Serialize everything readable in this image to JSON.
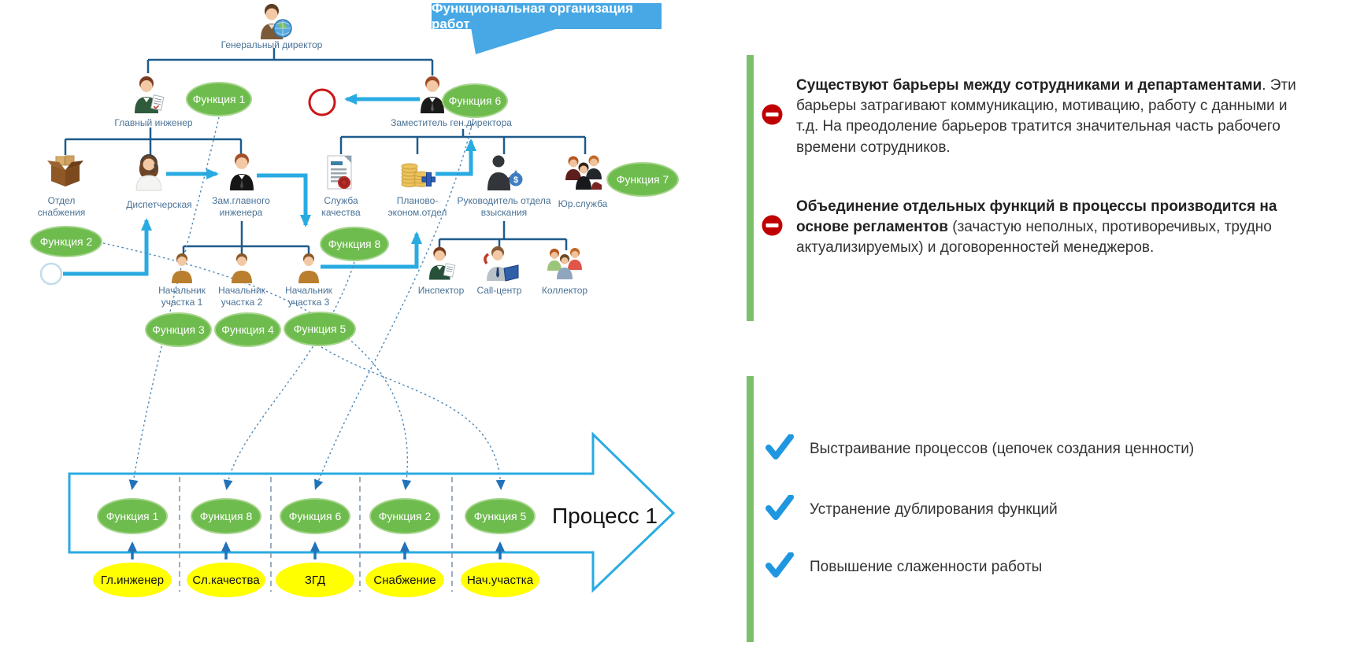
{
  "callout": {
    "title": "Функциональная организация работ"
  },
  "org": {
    "nodes": {
      "gendir": {
        "label": "Генеральный директор"
      },
      "chief_eng": {
        "label": "Главный инженер"
      },
      "deputy": {
        "label": "Заместитель ген.директора"
      },
      "supply": {
        "label": "Отдел снабжения"
      },
      "dispatch": {
        "label": "Диспетчерская"
      },
      "dep_chief": {
        "label": "Зам.главного инженера"
      },
      "quality": {
        "label": "Служба качества"
      },
      "planning": {
        "label": "Планово-эконом.отдел"
      },
      "recovery": {
        "label": "Руководитель отдела взыскания"
      },
      "legal": {
        "label": "Юр.служба"
      },
      "site1": {
        "label": "Начальник участка 1"
      },
      "site2": {
        "label": "Начальник участка 2"
      },
      "site3": {
        "label": "Начальник участка 3"
      },
      "inspector": {
        "label": "Инспектор"
      },
      "callcenter": {
        "label": "Call-центр"
      },
      "collector": {
        "label": "Коллектор"
      }
    },
    "functions": {
      "f1": "Функция 1",
      "f2": "Функция 2",
      "f3": "Функция 3",
      "f4": "Функция 4",
      "f5": "Функция 5",
      "f6": "Функция 6",
      "f7": "Функция 7",
      "f8": "Функция 8"
    }
  },
  "process": {
    "title": "Процесс 1",
    "steps": [
      {
        "function": "Функция 1",
        "owner": "Гл.инженер"
      },
      {
        "function": "Функция 8",
        "owner": "Сл.качества"
      },
      {
        "function": "Функция 6",
        "owner": "ЗГД"
      },
      {
        "function": "Функция 2",
        "owner": "Снабжение"
      },
      {
        "function": "Функция 5",
        "owner": "Нач.участка"
      }
    ]
  },
  "right_panel": {
    "problems": [
      {
        "bold": "Существуют барьеры между сотрудниками и департаментами",
        "rest": ". Эти барьеры затрагивают коммуникацию, мотивацию, работу с данными и т.д. На преодоление барьеров тратится значительная часть рабочего времени сотрудников."
      },
      {
        "bold": "Объединение отдельных функций в процессы производится на основе регламентов",
        "rest": " (зачастую неполных, противоречивых, трудно актуализируемых) и договоренностей менеджеров."
      }
    ],
    "benefits": [
      "Выстраивание процессов (цепочек создания ценности)",
      "Устранение дублирования функций",
      "Повышение слаженности работы"
    ]
  },
  "icons": {
    "gendir": "director-with-globe-icon",
    "supply": "open-box-icon",
    "dispatch": "operator-headset-icon",
    "quality": "certified-document-icon",
    "planning": "coins-plus-icon",
    "recovery": "money-bag-person-icon",
    "legal": "people-group-icon",
    "collector": "people-group-icon",
    "problem": "no-entry-icon",
    "benefit": "checkmark-icon"
  },
  "colors": {
    "accent_cyan": "#29ABE2",
    "connector_navy": "#1E5B8C",
    "function_green": "#6EBC4E",
    "owner_yellow": "#FFFF00",
    "bar_green": "#7CBF6B",
    "callout_blue": "#47A8E5",
    "label_blue": "#4A7296",
    "no_entry_red": "#C00000"
  }
}
